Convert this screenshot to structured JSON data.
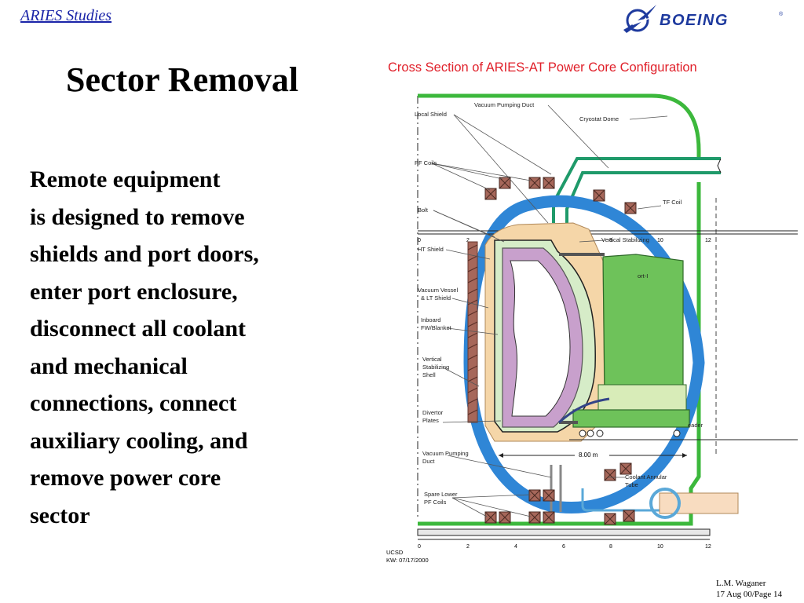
{
  "header": {
    "link_text": "ARIES Studies",
    "logo_text": "BOEING",
    "logo_mark": "®"
  },
  "slide": {
    "title": "Sector Removal",
    "body_lines": [
      "Remote equipment",
      "is designed to remove",
      "shields and port doors,",
      "enter port enclosure,",
      "disconnect all coolant",
      "and mechanical",
      "connections, connect",
      "auxiliary cooling, and",
      "remove power core",
      "sector"
    ]
  },
  "figure": {
    "title": "Cross Section of ARIES-AT Power Core Configuration",
    "labels": {
      "vacuum_pumping_duct_top": "Vacuum Pumping Duct",
      "local_shield": "Local Shield",
      "cryostat_dome": "Cryostat Dome",
      "pf_coils": "PF Coils",
      "tf_coil": "TF Coil",
      "bolt": "Bolt",
      "vertical_stabilizing": "Vertical Stabilizing",
      "ht_shield": "HT Shield",
      "vacuum_vessel": "Vacuum Vessel",
      "lt_shield": "& LT Shield",
      "inboard": "Inboard",
      "fw_blanket": "FW/Blanket",
      "vertical": "Vertical",
      "stabilizing": "Stabilizing",
      "shell": "Shell",
      "divertor": "Divertor",
      "plates": "Plates",
      "vacuum_pumping": "Vacuum Pumping",
      "duct": "Duct",
      "spare_lower": "Spare Lower",
      "pf_coils_lower": "PF Coils",
      "coolant_annular": "Coolant Annular",
      "tube": "Tube",
      "header": "eader",
      "port": "ort-I",
      "dimension": "8.00 m",
      "ruler_ticks": [
        "0",
        "2",
        "4",
        "6",
        "8",
        "10",
        "12"
      ],
      "stamp_org": "UCSD",
      "stamp_date": "KW: 07/17/2000"
    }
  },
  "footer": {
    "author": "L.M. Waganer",
    "date_page": "17 Aug 00/Page 14"
  },
  "colors": {
    "link": "#1a24a8",
    "logo": "#1e3a9e",
    "figure_title": "#e0202a",
    "tf_coil": "#2f86d6",
    "duct": "#1f9a6a",
    "sector": "#6ec25a",
    "plasma": "#c8a0cc",
    "pf_coil": "#a6675a",
    "shield": "#f5d6a8",
    "cryostat": "#3cb83c"
  }
}
